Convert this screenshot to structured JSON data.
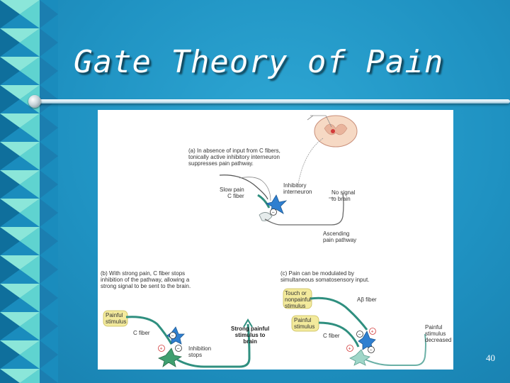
{
  "slide": {
    "title": "Gate Theory of Pain",
    "page_number": "40"
  },
  "figure": {
    "panel_a": {
      "caption": "(a) In absence of input from C fibers,\ntonically active inhibitory interneuron\nsuppresses pain pathway.",
      "slow_pain": "Slow pain\nC fiber",
      "inhibitory_interneuron": "Inhibitory\ninterneuron",
      "no_signal": "No signal\nto brain",
      "ascending_pathway": "Ascending\npain pathway"
    },
    "panel_b": {
      "caption": "(b) With strong pain, C fiber stops\ninhibition of the pathway, allowing a\nstrong signal to be sent to the brain.",
      "painful_stimulus": "Painful\nstimulus",
      "c_fiber": "C fiber",
      "inhibition_stops": "Inhibition\nstops",
      "strong_stimulus": "Strong painful\nstimulus to\nbrain"
    },
    "panel_c": {
      "caption": "(c) Pain can be modulated by\nsimultaneous somatosensory input.",
      "touch_stimulus": "Touch or\nnonpainful\nstimulus",
      "abeta_fiber": "Aβ fiber",
      "painful_stimulus": "Painful\nstimulus",
      "c_fiber": "C fiber",
      "stimulus_decreased": "Painful\nstimulus\ndecreased"
    },
    "symbols": {
      "minus": "−",
      "plus": "+"
    },
    "colors": {
      "neuron_teal": "#2f8f7f",
      "interneuron_blue": "#2f7fd0",
      "stimulus_yellow": "#f3ea9c",
      "signal_red": "#d23a3a"
    }
  }
}
